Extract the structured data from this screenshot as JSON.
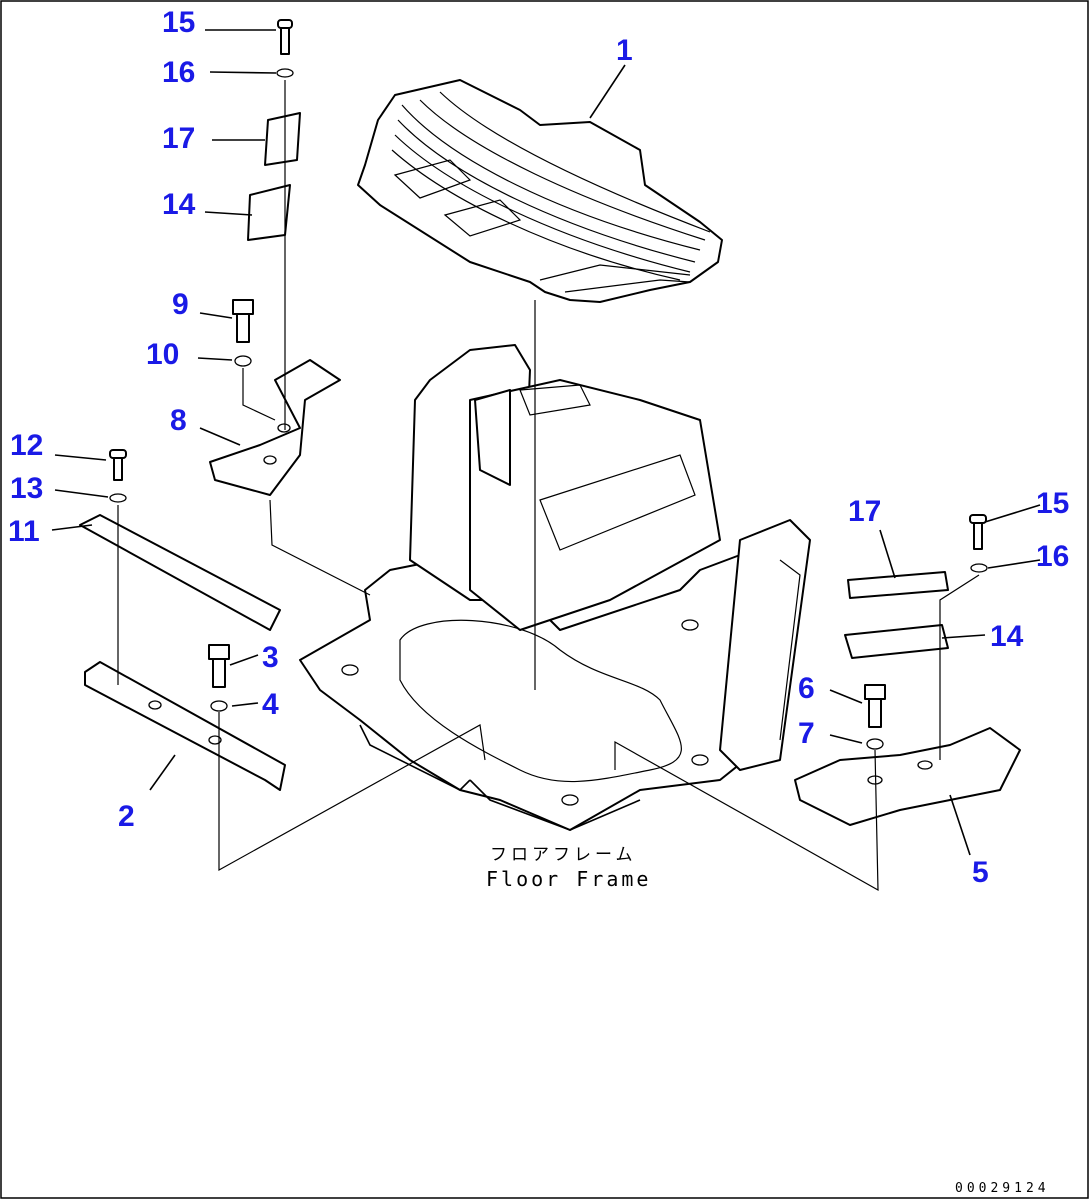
{
  "diagram": {
    "callouts": [
      {
        "id": "c1",
        "label": "1"
      },
      {
        "id": "c2",
        "label": "2"
      },
      {
        "id": "c3",
        "label": "3"
      },
      {
        "id": "c4",
        "label": "4"
      },
      {
        "id": "c5",
        "label": "5"
      },
      {
        "id": "c6",
        "label": "6"
      },
      {
        "id": "c7",
        "label": "7"
      },
      {
        "id": "c8",
        "label": "8"
      },
      {
        "id": "c9",
        "label": "9"
      },
      {
        "id": "c10",
        "label": "10"
      },
      {
        "id": "c11",
        "label": "11"
      },
      {
        "id": "c12",
        "label": "12"
      },
      {
        "id": "c13",
        "label": "13"
      },
      {
        "id": "c14a",
        "label": "14"
      },
      {
        "id": "c14b",
        "label": "14"
      },
      {
        "id": "c15a",
        "label": "15"
      },
      {
        "id": "c15b",
        "label": "15"
      },
      {
        "id": "c16a",
        "label": "16"
      },
      {
        "id": "c16b",
        "label": "16"
      },
      {
        "id": "c17a",
        "label": "17"
      },
      {
        "id": "c17b",
        "label": "17"
      }
    ],
    "caption_jp": "フロアフレーム",
    "caption_en": "Floor Frame",
    "drawing_id": "00029124",
    "colors": {
      "callout": "#1a1ae6",
      "line": "#000000",
      "background": "#ffffff"
    }
  }
}
